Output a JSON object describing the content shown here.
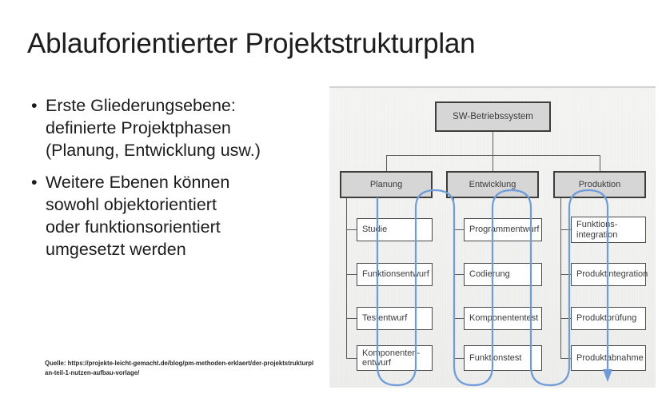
{
  "slide": {
    "title": "Ablauforientierter Projektstrukturplan",
    "bullets": [
      {
        "lines": [
          "Erste Gliederungsebene:",
          "definierte Projektphasen",
          "(Planung, Entwicklung usw.)"
        ]
      },
      {
        "lines": [
          "Weitere Ebenen können",
          "sowohl objektorientiert",
          "oder funktionsorientiert",
          "umgesetzt werden"
        ]
      }
    ],
    "bullet_marker": "•",
    "source_note": "Quelle: https://projekte-leicht-gemacht.de/blog/pm-methoden-erklaert/der-projektstrukturplan-teil-1-nutzen-aufbau-vorlage/"
  },
  "diagram": {
    "root": "SW-Betriebssystem",
    "phases": [
      {
        "label": "Planung"
      },
      {
        "label": "Entwicklung"
      },
      {
        "label": "Produktion"
      }
    ],
    "tasks": {
      "planung": [
        "Studie",
        "Funktionsentwurf",
        "Testentwurf",
        "Komponenten-\nentwurf"
      ],
      "entwicklung": [
        "Programmentwurf",
        "Codierung",
        "Komponententest",
        "Funktionstest"
      ],
      "produktion": [
        "Funktions-\nintegration",
        "Produktintegration",
        "Produktprüfung",
        "Produktabnahme"
      ]
    },
    "flow_arrow_color": "#6f9cd8",
    "box_fill": "#d6d6d6",
    "box_border": "#3d3d3d",
    "figure_background": "#f2f2f0"
  }
}
